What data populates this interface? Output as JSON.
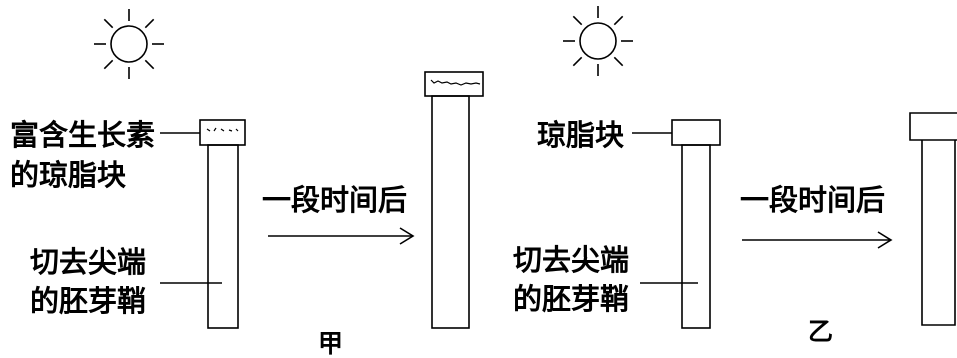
{
  "colors": {
    "stroke": "#000000",
    "background": "#ffffff"
  },
  "panels": [
    {
      "caption": "甲",
      "agar_label": [
        "富含生长素",
        "的琼脂块"
      ],
      "coleoptile_label": [
        "切去尖端",
        "的胚芽鞘"
      ],
      "arrow_label": "一段时间后"
    },
    {
      "caption": "乙",
      "agar_label": [
        "琼脂块"
      ],
      "coleoptile_label": [
        "切去尖端",
        "的胚芽鞘"
      ],
      "arrow_label": "一段时间后"
    }
  ]
}
